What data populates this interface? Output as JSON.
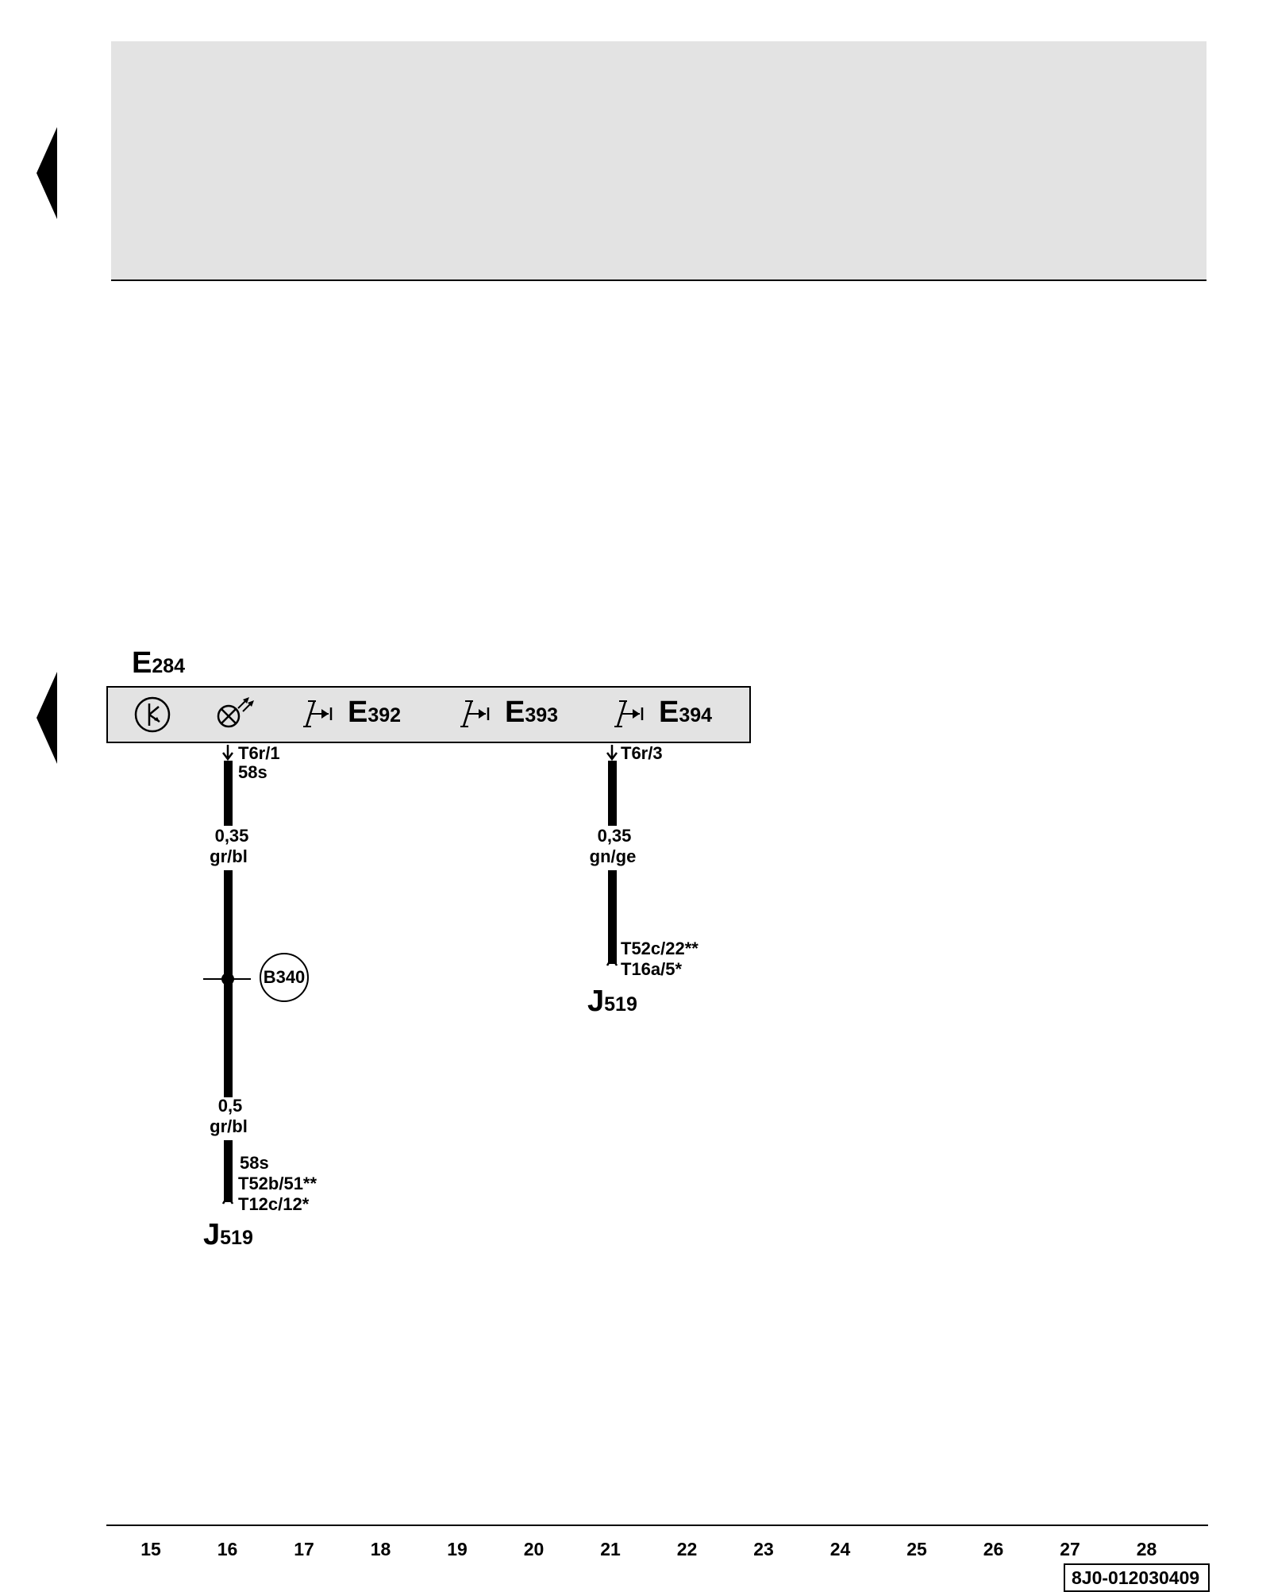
{
  "component": {
    "name": "E284",
    "name_letter": "E",
    "name_sub": "284",
    "switches": [
      {
        "letter": "E",
        "sub": "392"
      },
      {
        "letter": "E",
        "sub": "393"
      },
      {
        "letter": "E",
        "sub": "394"
      }
    ],
    "icons": [
      "light-switch-icon",
      "lamp-icon",
      "pushbutton-switch-icon"
    ]
  },
  "wires": [
    {
      "top_pin": "T6r/1",
      "top_terminal": "58s",
      "segments": [
        {
          "size": "0,35",
          "color": "gr/bl"
        },
        {
          "size": "0,5",
          "color": "gr/bl"
        }
      ],
      "splice": "B340",
      "bottom_terminal": "58s",
      "bottom_pins": [
        "T52b/51**",
        "T12c/12*"
      ],
      "target": {
        "letter": "J",
        "sub": "519"
      }
    },
    {
      "top_pin": "T6r/3",
      "segments": [
        {
          "size": "0,35",
          "color": "gn/ge"
        }
      ],
      "bottom_pins": [
        "T52c/22**",
        "T16a/5*"
      ],
      "target": {
        "letter": "J",
        "sub": "519"
      }
    }
  ],
  "columns": [
    "15",
    "16",
    "17",
    "18",
    "19",
    "20",
    "21",
    "22",
    "23",
    "24",
    "25",
    "26",
    "27",
    "28"
  ],
  "document_id": "8J0-012030409"
}
